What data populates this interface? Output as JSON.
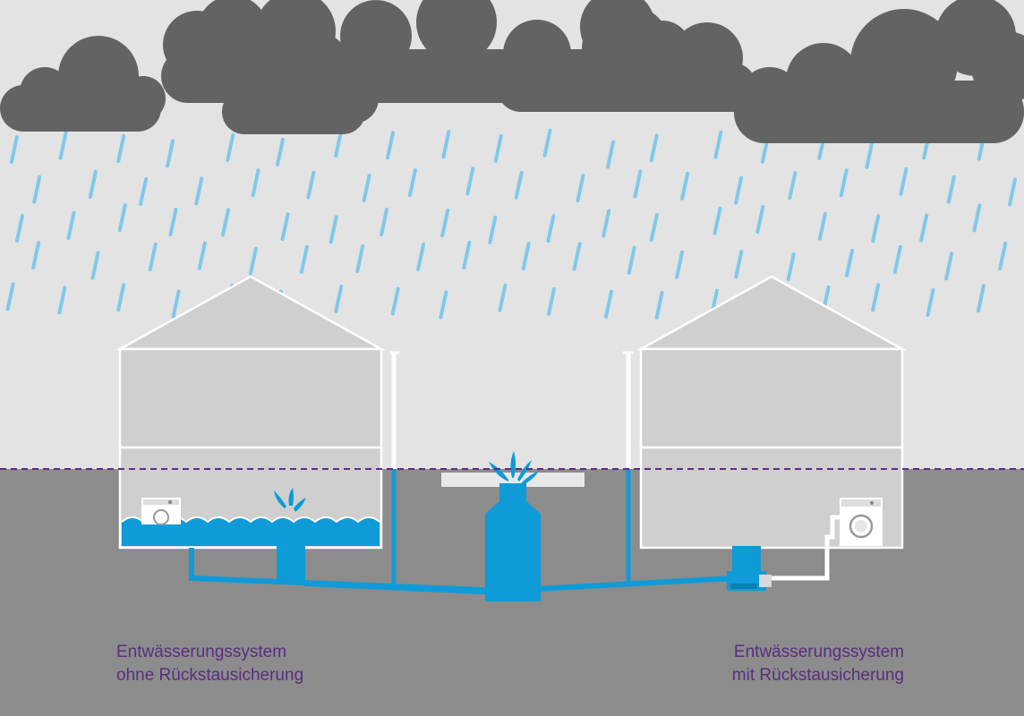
{
  "captions": {
    "left": {
      "line1": "Entwässerungssystem",
      "line2": "ohne Rückstausicherung"
    },
    "right": {
      "line1": "Entwässerungssystem",
      "line2": "mit Rückstausicherung"
    }
  },
  "colors": {
    "sky": "#e3e3e3",
    "ground": "#8c8c8c",
    "cloud": "#636363",
    "rain": "#7fc9ea",
    "water": "#0e9bd8",
    "house_fill": "#cfcfcf",
    "outline": "#ffffff",
    "backwater_line": "#5a2d82",
    "caption_text": "#5a2d82"
  },
  "icons": {
    "clouds": "storm-cloud-icon",
    "rain": "raindrop-icon",
    "washing_machine": "washing-machine-icon",
    "splash": "water-splash-icon",
    "valve": "backflow-valve-icon"
  }
}
